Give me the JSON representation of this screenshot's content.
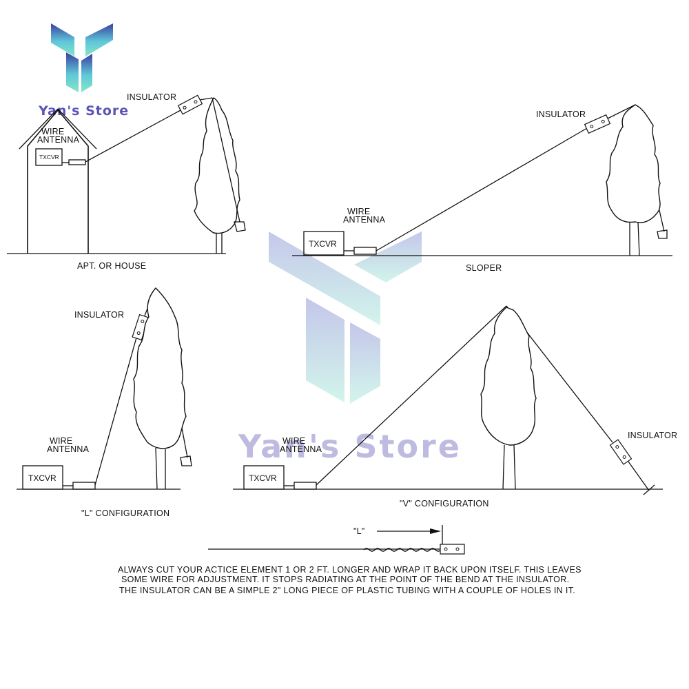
{
  "logo": {
    "brand_text": "Yan's Store",
    "colors": {
      "top": "#3a3fa0",
      "mid": "#5fd0d6",
      "bottom": "#7fe3c9"
    }
  },
  "watermark": {
    "text": "Yan's Store",
    "colors": {
      "top": "#8b8fd6",
      "bottom": "#a6ecd9"
    }
  },
  "labels": {
    "insulator": "INSULATOR",
    "wire_antenna_line1": "WIRE",
    "wire_antenna_line2": "ANTENNA",
    "txcvr": "TXCVR",
    "l_dimension": "\"L\""
  },
  "captions": {
    "apt_house": "APT. OR HOUSE",
    "sloper": "SLOPER",
    "l_config": "\"L\" CONFIGURATION",
    "v_config": "\"V\" CONFIGURATION"
  },
  "note": {
    "line1": "ALWAYS CUT YOUR ACTICE ELEMENT 1 OR 2 FT. LONGER AND WRAP IT BACK UPON ITSELF. THIS LEAVES",
    "line2": "SOME WIRE FOR ADJUSTMENT. IT STOPS RADIATING AT THE POINT OF THE BEND AT THE INSULATOR.",
    "line3": "THE INSULATOR CAN BE A SIMPLE 2\" LONG  PIECE OF PLASTIC TUBING WITH A COUPLE OF HOLES IN IT."
  }
}
